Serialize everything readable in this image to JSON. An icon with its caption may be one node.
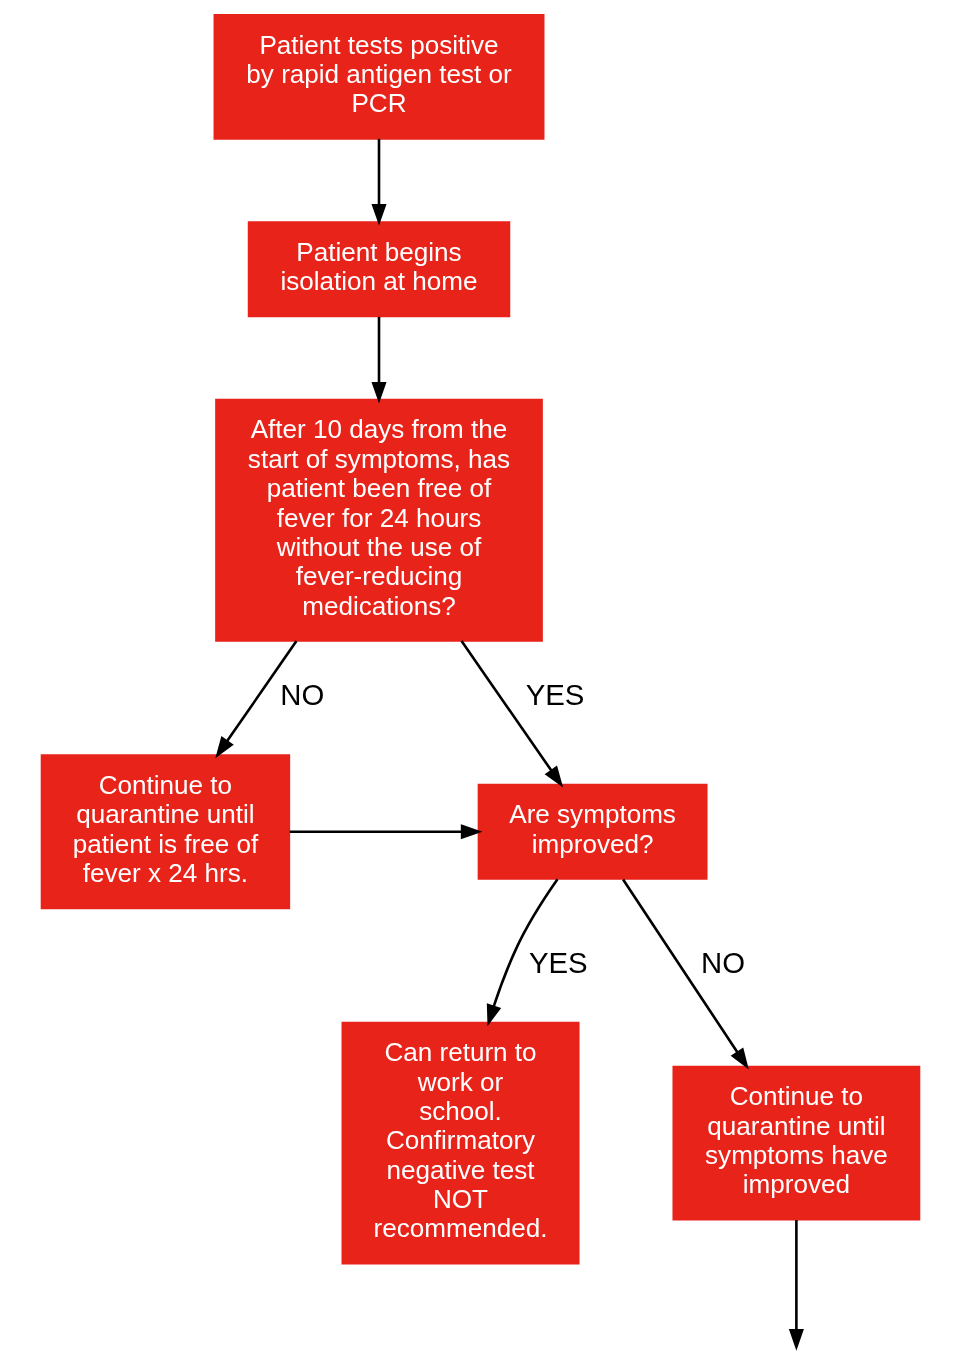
{
  "diagram": {
    "nodes": [
      {
        "text": [
          "Patient tests positive by rapid antigen test or PCR"
        ]
      },
      {
        "text": [
          "Patient begins isolation at home"
        ]
      },
      {
        "text": [
          "After 10 days from the start of symptoms, has patient been free of fever for 24 hours without the use of fever-reducing medications?"
        ]
      },
      {
        "text": [
          "Are symptoms improved?"
        ]
      },
      {
        "text": [
          "Continue to quarantine until patient is free of fever x 24 hrs."
        ]
      },
      {
        "text": [
          "Can return to work or school. Confirmatory negative test NOT recommended."
        ]
      },
      {
        "text": [
          "Continue to quarantine until symptoms have improved"
        ]
      }
    ],
    "edges": [
      {
        "from": 0,
        "to": 1,
        "arrow": "to"
      },
      {
        "from": 1,
        "to": 2,
        "arrow": "to"
      },
      {
        "from": 2,
        "to": 3,
        "arrow": "to",
        "label": "YES"
      },
      {
        "from": 2,
        "to": 4,
        "arrow": "to",
        "label": "NO"
      },
      {
        "from": 4,
        "to": 3,
        "arrow": "to"
      },
      {
        "from": 3,
        "to": 5,
        "arrow": "to",
        "label": "YES"
      },
      {
        "from": 3,
        "to": 6,
        "arrow": "to",
        "label": "NO"
      },
      {
        "from": 6,
        "to": null,
        "arrow": "to"
      }
    ]
  }
}
